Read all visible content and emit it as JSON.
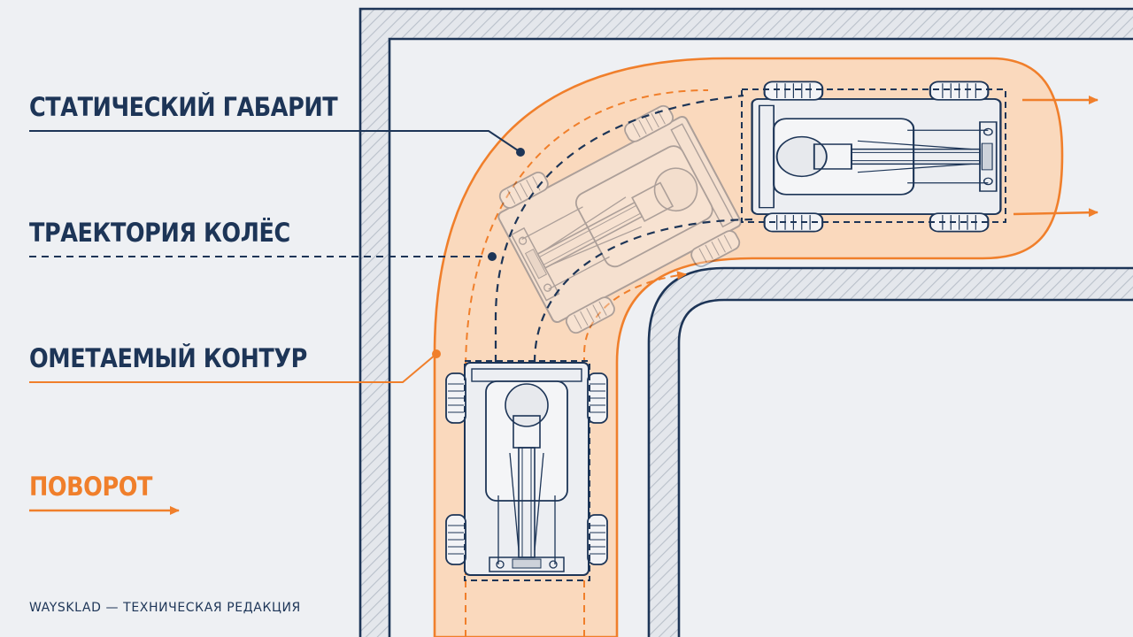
{
  "legend": {
    "static_envelope": "СТАТИЧЕСКИЙ ГАБАРИТ",
    "wheel_track": "ТРАЕКТОРИЯ КОЛЁС",
    "swept_path": "ОМЕТАЕМЫЙ КОНТУР",
    "turn": "ПОВОРОТ"
  },
  "footer": "WAYSKLAD — ТЕХНИЧЕСКАЯ РЕДАКЦИЯ",
  "colors": {
    "navy": "#1d3557",
    "orange": "#f07f2b",
    "swept_fill": "#fbd7b8",
    "background": "#eef0f3",
    "wall_hatch": "#c9ced6"
  },
  "icons": [
    "arrow-right-icon",
    "hatched-wall",
    "forklift-top-view"
  ]
}
